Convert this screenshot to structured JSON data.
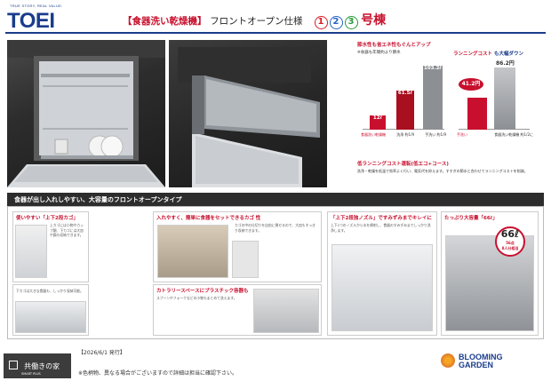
{
  "header": {
    "tagline": "TRUE STORY, REAL VALUE.",
    "logo": "TOEI",
    "title_bracket": "【食器洗い乾燥機】",
    "title_sub": "フロントオープン仕様",
    "numbers": [
      "1",
      "2",
      "3"
    ],
    "gouto": "号棟"
  },
  "right_panel": {
    "chart1_caption": "節水性も省エネ性もぐんとアップ",
    "chart1_sub": "※食器も年間約より節水",
    "chart1_bars": [
      {
        "label": "12ℓ",
        "value": 12
      },
      {
        "label": "61.5ℓ",
        "value": 61.5
      },
      {
        "label": "103.2ℓ",
        "value": 103.2
      }
    ],
    "chart1_xlabels": [
      "食器洗い乾燥機",
      "洗浄 約1/9",
      "手洗い 約1/9"
    ],
    "chart2_caption_a": "ランニングコスト",
    "chart2_caption_b": "も大幅ダウン",
    "chart2_top": "86.2円",
    "chart2_mid": "41.2円",
    "chart2_xlabels": [
      "手洗い",
      "食器洗い乾燥機 約1/2に"
    ],
    "lower_caption": "低ランニングコスト運転(低エコ+コース)",
    "lower_text": "洗浄・乾燥を低温で効率よく行い、電気代を抑えます。すすぎの節水と合わせてランニングコストを削減。"
  },
  "section2": {
    "band": "食器が出し入れしやすい、大容量のフロントオープンタイプ",
    "card1_title": "使いやすい「上下2段カゴ」",
    "card1_text": "上カゴには小物やカップ類、下カゴには大皿や鍋も収納できます。",
    "card1b_text": "下カゴは大きな食器も、しっかり収納可能。",
    "card2_title": "入れやすく、簡単に食器をセットできるカゴ 性",
    "card2_text": "カゴの中の仕切りを自由に倒せるので、大皿もすっきり収納できます。",
    "card2b_title": "カトラリースペースにプラスチック容器も",
    "card2b_text": "スプーンやフォークなどの小物もまとめて洗えます。",
    "card3_title": "「上下2段独ノズル」ですみずみまでキレイに",
    "card3_text": "上下2つのノズルから水を噴射し、食器のすみずみまでしっかり洗浄します。",
    "card4_title": "たっぷり大容量「66ℓ」",
    "badge_big": "66ℓ",
    "badge_small1": "56点",
    "badge_small2": "8人分相当"
  },
  "footer": {
    "brand_main": "共働きの家",
    "brand_sub": "SMART PLUS",
    "date": "【2026/6/1 発行】",
    "note": "※色柄物、異なる場合がございますので詳細は担当に確認下さい。",
    "bg_line1": "BLOOMING",
    "bg_line2": "GARDEN"
  },
  "colors": {
    "brand_blue": "#1a3c8c",
    "accent_red": "#c8102e"
  }
}
